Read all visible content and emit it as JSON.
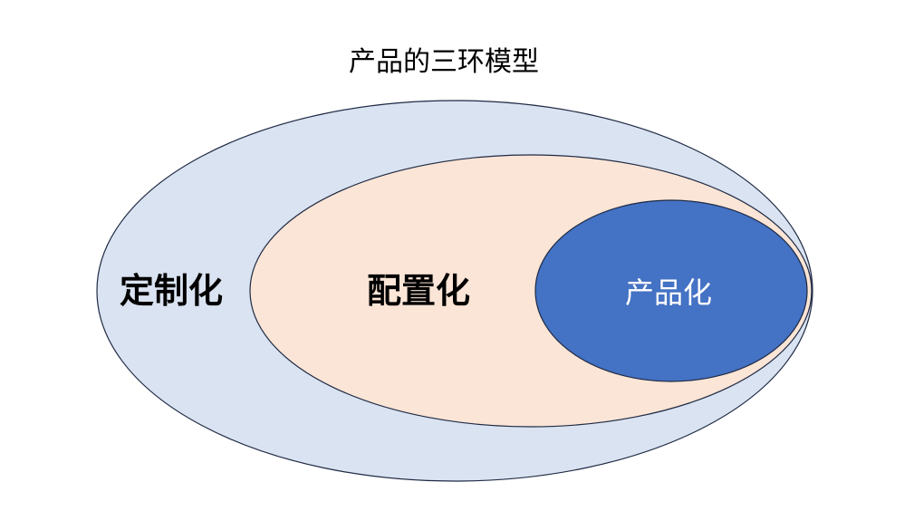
{
  "title": "产品的三环模型",
  "rings": [
    {
      "label": "定制化",
      "fill": "#dae3f1",
      "text_color": "#000000"
    },
    {
      "label": "配置化",
      "fill": "#fbe5d6",
      "text_color": "#000000"
    },
    {
      "label": "产品化",
      "fill": "#4472c4",
      "text_color": "#ffffff"
    }
  ],
  "stroke_color": "#1f2a44"
}
